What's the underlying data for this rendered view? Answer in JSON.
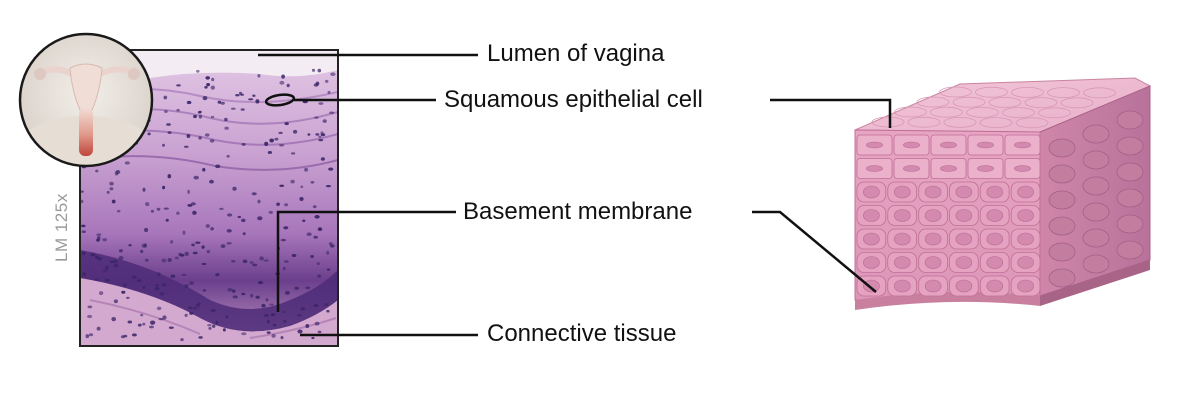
{
  "labels": {
    "lumen": "Lumen of vagina",
    "squamous_cell": "Squamous epithelial cell",
    "basement_membrane": "Basement membrane",
    "connective_tissue": "Connective tissue"
  },
  "magnification": "LM 125x",
  "colors": {
    "micrograph_light": "#d9b5dd",
    "micrograph_mid": "#b27fc0",
    "micrograph_dark": "#6b3f8c",
    "nucleus": "#3a2567",
    "cell_pink": "#e8a7c4",
    "cell_pink_light": "#f1c2d6",
    "cell_outline": "#c06f97",
    "leader_line": "#111111",
    "magnification_text": "#9a9a9a"
  }
}
